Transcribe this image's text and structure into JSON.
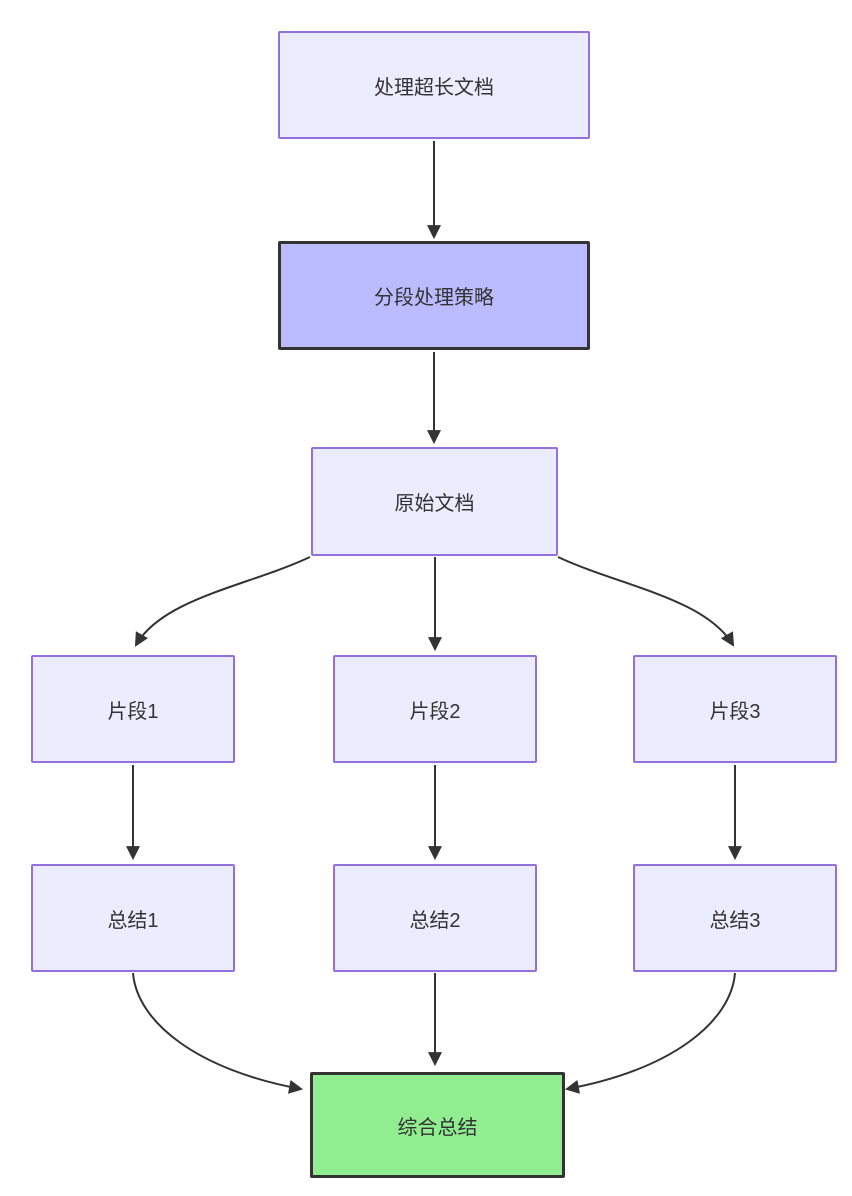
{
  "diagram": {
    "type": "flowchart-top-down",
    "background_color": "#ffffff",
    "edge_color": "#333333",
    "arrowhead": "filled-triangle",
    "nodes": [
      {
        "id": "process",
        "label": "处理超长文档",
        "kind": "default"
      },
      {
        "id": "strategy",
        "label": "分段处理策略",
        "kind": "highlight"
      },
      {
        "id": "original",
        "label": "原始文档",
        "kind": "default"
      },
      {
        "id": "frag1",
        "label": "片段1",
        "kind": "default"
      },
      {
        "id": "frag2",
        "label": "片段2",
        "kind": "default"
      },
      {
        "id": "frag3",
        "label": "片段3",
        "kind": "default"
      },
      {
        "id": "sum1",
        "label": "总结1",
        "kind": "default"
      },
      {
        "id": "sum2",
        "label": "总结2",
        "kind": "default"
      },
      {
        "id": "sum3",
        "label": "总结3",
        "kind": "default"
      },
      {
        "id": "final",
        "label": "综合总结",
        "kind": "success"
      }
    ],
    "edges": [
      {
        "from": "process",
        "to": "strategy"
      },
      {
        "from": "strategy",
        "to": "original"
      },
      {
        "from": "original",
        "to": "frag1"
      },
      {
        "from": "original",
        "to": "frag2"
      },
      {
        "from": "original",
        "to": "frag3"
      },
      {
        "from": "frag1",
        "to": "sum1"
      },
      {
        "from": "frag2",
        "to": "sum2"
      },
      {
        "from": "frag3",
        "to": "sum3"
      },
      {
        "from": "sum1",
        "to": "final"
      },
      {
        "from": "sum2",
        "to": "final"
      },
      {
        "from": "sum3",
        "to": "final"
      }
    ],
    "styles": {
      "default": {
        "fill": "#ECECFF",
        "stroke": "#9370DB",
        "stroke_width": "2px"
      },
      "highlight": {
        "fill": "#BBBBFF",
        "stroke": "#333333",
        "stroke_width": "3.5px"
      },
      "success": {
        "fill": "#90EE90",
        "stroke": "#333333",
        "stroke_width": "3.5px"
      },
      "text_color": "#333333"
    }
  }
}
